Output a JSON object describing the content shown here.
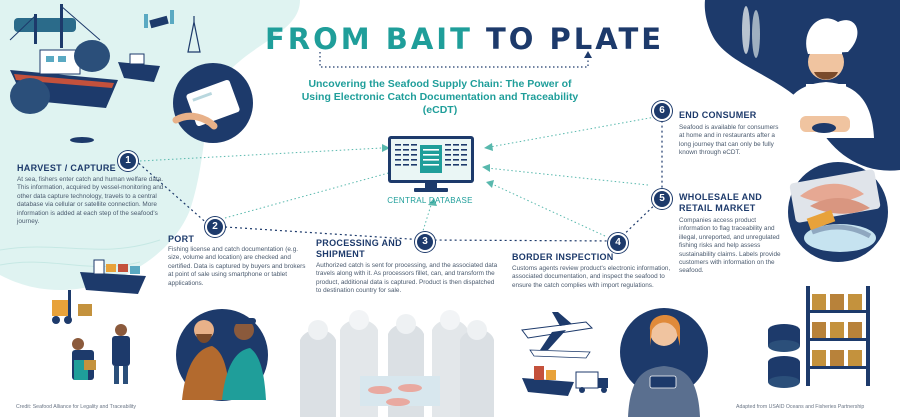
{
  "title": {
    "part1": "FROM BAIT",
    "part2": "TO PLATE"
  },
  "subtitle": "Uncovering the Seafood Supply Chain: The Power of Using Electronic Catch Documentation and Traceability (eCDT)",
  "central_database": "CENTRAL DATABASE",
  "steps": [
    {
      "number": "1",
      "heading": "HARVEST / CAPTURE",
      "body": "At sea, fishers enter catch and human welfare data. This information, acquired by vessel-monitoring and other data capture technology, travels to a central database via cellular or satellite connection. More information is added at each step of the seafood's journey."
    },
    {
      "number": "2",
      "heading": "PORT",
      "body": "Fishing license and catch documentation (e.g. size, volume and location) are checked and certified. Data is captured by buyers and brokers at point of sale using smartphone or tablet applications."
    },
    {
      "number": "3",
      "heading": "PROCESSING AND SHIPMENT",
      "body": "Authorized catch is sent for processing, and the associated data travels along with it.  As processors fillet, can, and transform the product, additional data is captured. Product is then dispatched to destination country for sale."
    },
    {
      "number": "4",
      "heading": "BORDER INSPECTION",
      "body": "Customs agents review product's electronic information, associated documentation, and inspect the seafood to ensure the catch complies with import regulations."
    },
    {
      "number": "5",
      "heading": "WHOLESALE AND RETAIL MARKET",
      "body": "Companies access product information to flag traceability and illegal, unreported, and unregulated fishing risks and help assess sustainability claims. Labels provide customers with information on the seafood."
    },
    {
      "number": "6",
      "heading": "END CONSUMER",
      "body": "Seafood is available for consumers at home and in restaurants after a long journey that can only be fully known through eCDT."
    }
  ],
  "credits": {
    "left": "Credit: Seafood Alliance for Legality and Traceability",
    "right": "Adapted from USAID Oceans and Fisheries Partnership"
  },
  "colors": {
    "navy": "#1d3a6b",
    "teal": "#1f9e9a",
    "light_teal": "#cfece9",
    "orange": "#e8a23a",
    "text": "#4a5a6e"
  }
}
